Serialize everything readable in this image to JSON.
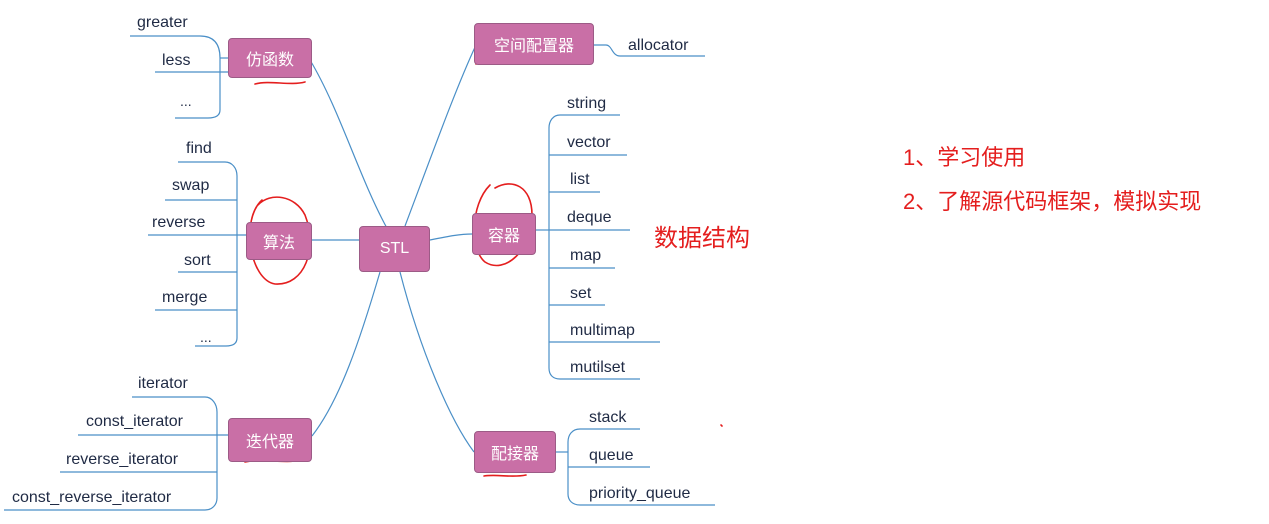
{
  "center": "STL",
  "groups": {
    "functor": {
      "label": "仿函数",
      "items": [
        "greater",
        "less",
        "..."
      ]
    },
    "algorithm": {
      "label": "算法",
      "items": [
        "find",
        "swap",
        "reverse",
        "sort",
        "merge",
        "..."
      ]
    },
    "iterator": {
      "label": "迭代器",
      "items": [
        "iterator",
        "const_iterator",
        "reverse_iterator",
        "const_reverse_iterator"
      ]
    },
    "allocator": {
      "label": "空间配置器",
      "items": [
        "allocator"
      ]
    },
    "container": {
      "label": "容器",
      "items": [
        "string",
        "vector",
        "list",
        "deque",
        "map",
        "set",
        "multimap",
        "mutilset"
      ]
    },
    "adapter": {
      "label": "配接器",
      "items": [
        "stack",
        "queue",
        "priority_queue"
      ]
    }
  },
  "annotation": "数据结构",
  "notes": [
    "1、学习使用",
    "2、了解源代码框架，模拟实现"
  ],
  "colors": {
    "node": "#c96fa6",
    "line": "#4a8fc7",
    "annotation": "#e41e1e",
    "text": "#1f2a44"
  }
}
